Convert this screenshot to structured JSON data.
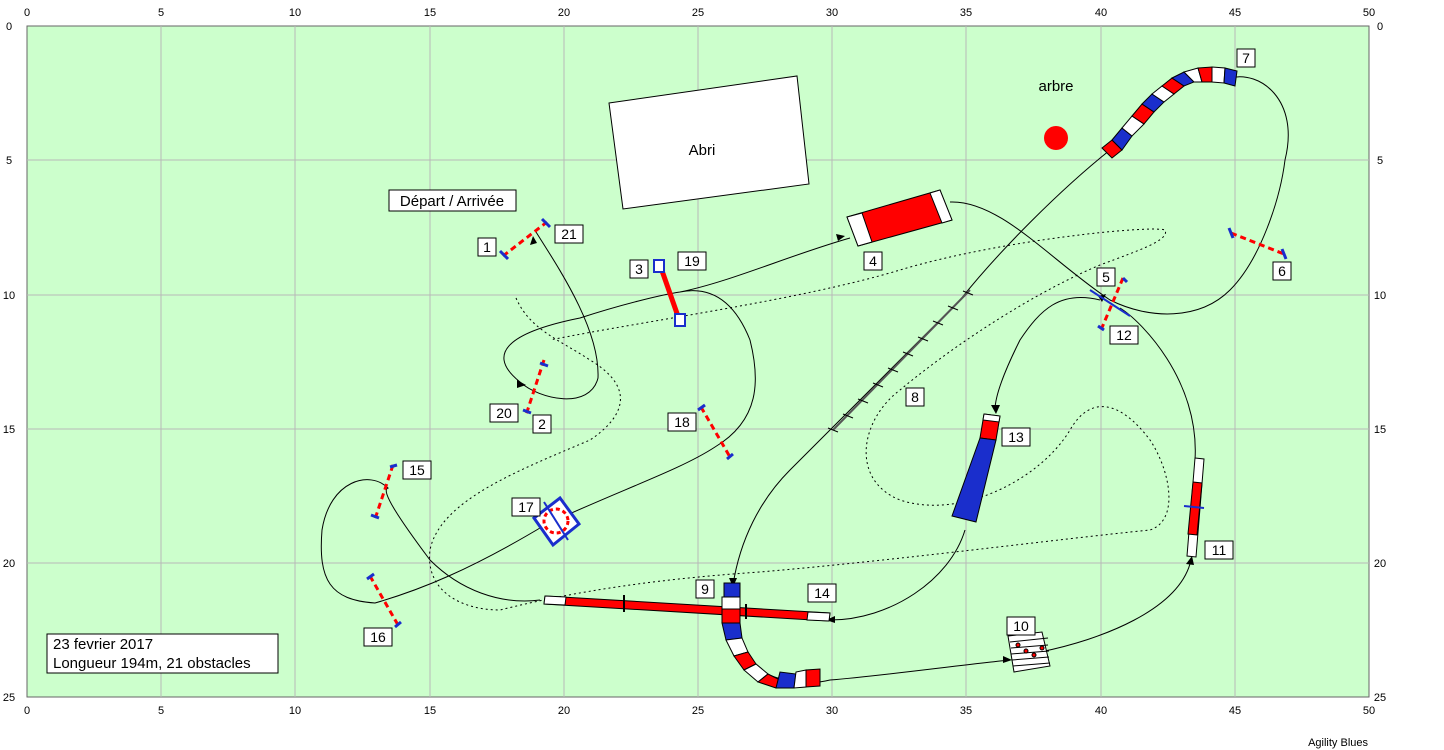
{
  "ruler": {
    "x_labels": [
      "0",
      "5",
      "10",
      "15",
      "20",
      "25",
      "30",
      "35",
      "40",
      "45",
      "50"
    ],
    "y_labels": [
      "0",
      "5",
      "10",
      "15",
      "20",
      "25"
    ]
  },
  "field": {
    "color": "#ccffcc",
    "grid_color": "#b8b8b8"
  },
  "colors": {
    "bar_red": "#ff0000",
    "bar_blue": "#1a2ecc",
    "path": "#000000"
  },
  "labels": {
    "abri": "Abri",
    "arbre": "arbre",
    "depart": "Départ / Arrivée",
    "info_date": "23 fevrier 2017",
    "info_length": "Longueur 194m, 21 obstacles",
    "brand": "Agility Blues"
  },
  "obstacle_numbers": {
    "n1": "1",
    "n2": "2",
    "n3": "3",
    "n4": "4",
    "n5": "5",
    "n6": "6",
    "n7": "7",
    "n8": "8",
    "n9": "9",
    "n10": "10",
    "n11": "11",
    "n12": "12",
    "n13": "13",
    "n14": "14",
    "n15": "15",
    "n16": "16",
    "n17": "17",
    "n18": "18",
    "n19": "19",
    "n20": "20",
    "n21": "21"
  }
}
